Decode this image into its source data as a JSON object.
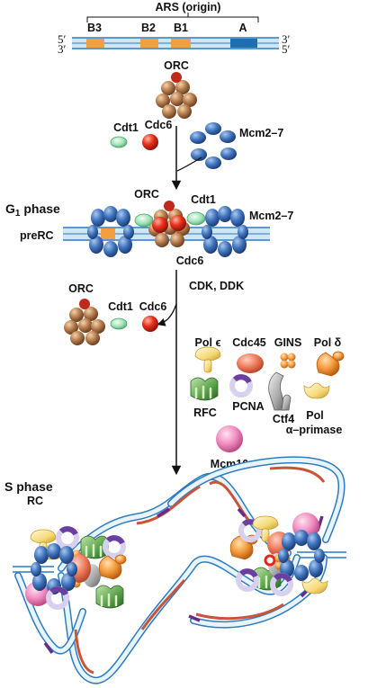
{
  "origin": {
    "title": "ARS (origin)",
    "elements": [
      "B3",
      "B2",
      "B1",
      "A"
    ],
    "strand_top_left": "5′",
    "strand_top_right": "3′",
    "strand_bottom_left": "3′",
    "strand_bottom_right": "5′"
  },
  "proteins": {
    "orc": "ORC",
    "cdt1": "Cdt1",
    "cdc6": "Cdc6",
    "mcm": "Mcm2–7"
  },
  "g1": {
    "phase_main": "G",
    "phase_sub": "1",
    "phase_rest": " phase",
    "prerc": "preRC",
    "orc": "ORC",
    "cdt1": "Cdt1",
    "mcm": "Mcm2–7",
    "cdc6": "Cdc6"
  },
  "transition": {
    "kinases": "CDK, DDK",
    "orc": "ORC",
    "cdt1": "Cdt1",
    "cdc6": "Cdc6"
  },
  "factors": {
    "pol_e": "Pol ϵ",
    "cdc45": "Cdc45",
    "gins": "GINS",
    "pol_d": "Pol δ",
    "rfc": "RFC",
    "pcna": "PCNA",
    "ctf4": "Ctf4",
    "pol_a_line1": "Pol",
    "pol_a_line2": "α–primase",
    "mcm10": "Mcm10"
  },
  "s_phase": {
    "title": "S phase",
    "rc": "RC"
  },
  "colors": {
    "dna_strand": "#2e7bbf",
    "dna_fill": "#cfe6f5",
    "element_orange": "#f0a040",
    "element_blue": "#1f6fb3",
    "orc_brown": "#b07850",
    "mcm_blue": "#3b6fb8",
    "cdc6_red": "#e02818",
    "cdt1_green": "#8fd9a8",
    "leading_red": "#c8553a",
    "lagging_purple": "#6a2a8a"
  }
}
